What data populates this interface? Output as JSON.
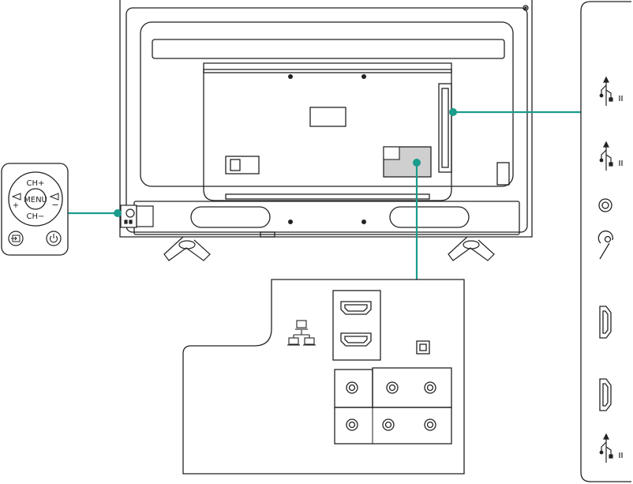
{
  "remote_panel": {
    "ch_plus": "CH+",
    "ch_minus": "CH−",
    "menu": "MENU",
    "vol_plus": "+",
    "vol_minus": "−"
  },
  "icons": {
    "lan": "network-lan-icon",
    "usb": "usb-icon",
    "hdmi": "hdmi-port-icon",
    "optical": "optical-audio-icon",
    "headphone": "headphone-icon",
    "antenna": "antenna-coax-icon",
    "av": "composite-av-jack-icon",
    "source": "input-source-icon",
    "power": "power-icon"
  },
  "colors": {
    "callout": "#1a9c8c",
    "line": "#222222"
  }
}
